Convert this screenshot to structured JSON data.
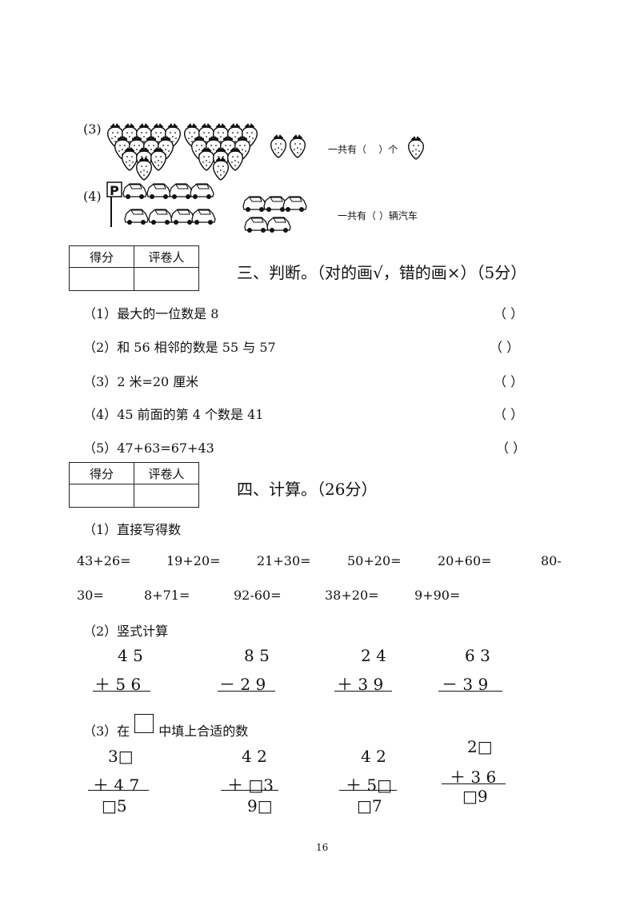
{
  "counting": {
    "item3": {
      "num": "(3)",
      "question_prefix": "一共有（",
      "question_suffix": "）个"
    },
    "item4": {
      "num": "(4)",
      "question": "一共有（  ）辆汽车"
    }
  },
  "score_table": {
    "col1": "得分",
    "col2": "评卷人"
  },
  "section3": {
    "title": "三、判断。（对的画√，错的画×）（5分）",
    "items": [
      {
        "num": "（1）",
        "text": "最大的一位数是 8",
        "blank": "（    ）"
      },
      {
        "num": "（2）",
        "text": "和 56 相邻的数是 55 与 57",
        "blank": "（    ）"
      },
      {
        "num": "（3）",
        "text": "2 米=20 厘米",
        "blank": "（    ）"
      },
      {
        "num": "（4）",
        "text": "45 前面的第 4 个数是 41",
        "blank": "（    ）"
      },
      {
        "num": "（5）",
        "text": "47+63=67+43",
        "blank": "（    ）"
      }
    ]
  },
  "section4": {
    "title": "四、计算。（26分）",
    "part1": {
      "label": "（1）直接写得数",
      "row1": [
        "43+26=",
        "19+20=",
        "21+30=",
        "50+20=",
        "20+60=",
        "80-"
      ],
      "row2": [
        "30=",
        "8+71=",
        "92-60=",
        "38+20=",
        "9+90="
      ]
    },
    "part2": {
      "label": "（2）竖式计算",
      "problems": [
        {
          "top": "4 5",
          "bottom": "＋ 5 6"
        },
        {
          "top": "8 5",
          "bottom": "－ 2 9"
        },
        {
          "top": "2 4",
          "bottom": "＋ 3 9"
        },
        {
          "top": "6 3",
          "bottom": "－ 3 9"
        }
      ]
    },
    "part3": {
      "label_prefix": "（3）在",
      "label_suffix": "中填上合适的数",
      "problems": [
        {
          "top": "3□",
          "mid": "＋ 4 7",
          "res": "□5"
        },
        {
          "top": "4 2",
          "mid": "＋ □3",
          "res": "9□"
        },
        {
          "top": "4 2",
          "mid": "＋ 5□",
          "res": "□7"
        },
        {
          "top": "2□",
          "mid": "＋ 3 6",
          "res": "□9"
        }
      ]
    }
  },
  "page_number": "16"
}
